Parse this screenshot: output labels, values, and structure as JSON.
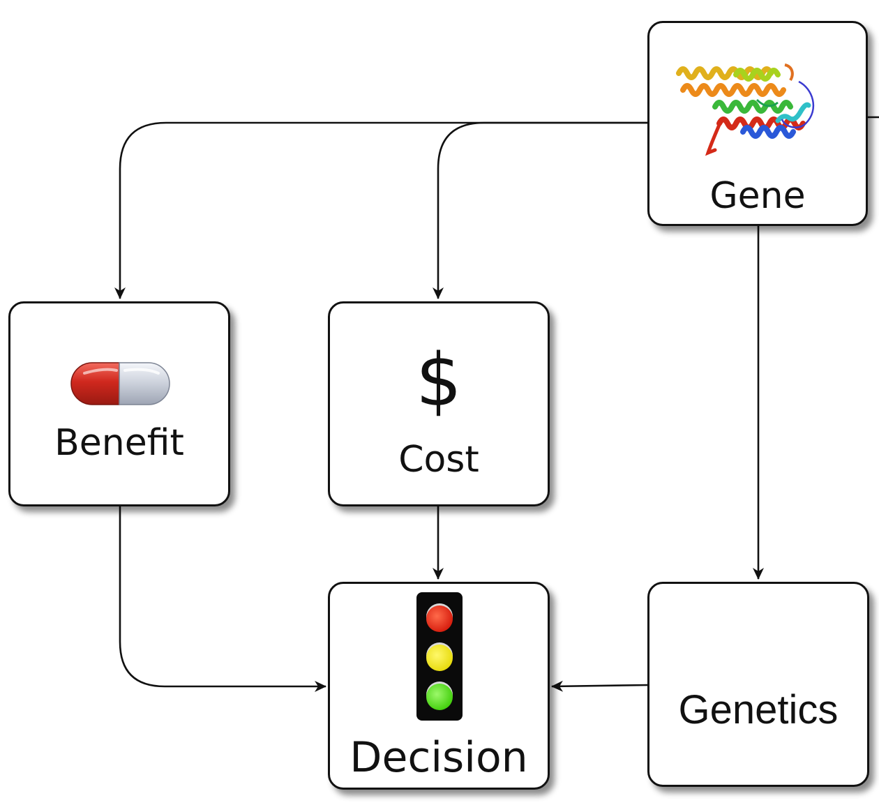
{
  "nodes": {
    "gene": {
      "label": "Gene",
      "icon": "protein-structure-icon"
    },
    "benefit": {
      "label": "Benefit",
      "icon": "pill-capsule-icon"
    },
    "cost": {
      "label": "Cost",
      "icon": "dollar-sign-icon",
      "symbol": "$"
    },
    "decision": {
      "label": "Decision",
      "icon": "traffic-light-icon"
    },
    "genetics": {
      "label": "Genetics"
    }
  },
  "edges": [
    {
      "from": "gene",
      "to": "benefit"
    },
    {
      "from": "gene",
      "to": "cost"
    },
    {
      "from": "gene",
      "to": "genetics"
    },
    {
      "from": "benefit",
      "to": "decision"
    },
    {
      "from": "cost",
      "to": "decision"
    },
    {
      "from": "genetics",
      "to": "decision"
    }
  ],
  "colors": {
    "line": "#111111",
    "pill_red": "#c8261e",
    "pill_grey": "#c9ced8",
    "light_red": "#e8321c",
    "light_yellow": "#f3e81e",
    "light_green": "#5ee028"
  }
}
